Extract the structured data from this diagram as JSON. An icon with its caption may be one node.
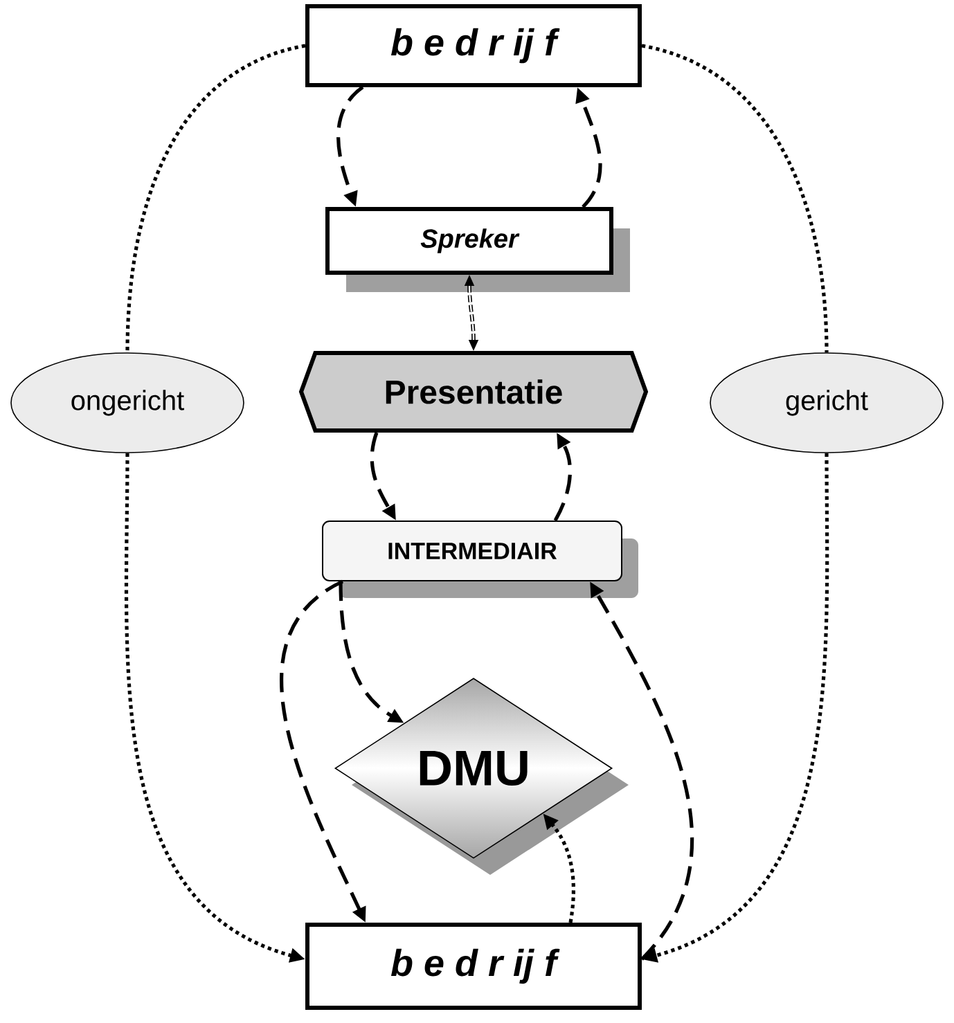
{
  "diagram": {
    "nodes": [
      {
        "text": [
          "b e d r ij f"
        ]
      },
      {
        "text": [
          "Spreker"
        ]
      },
      {
        "text": [
          "Presentatie"
        ]
      },
      {
        "text": [
          "INTERMEDIAIR"
        ]
      },
      {
        "text": [
          "DMU"
        ]
      },
      {
        "text": [
          "b e d r ij f"
        ]
      },
      {
        "text": [
          "ongericht"
        ]
      },
      {
        "text": [
          "gericht"
        ]
      }
    ],
    "edges": [
      {
        "from": 0,
        "to": 1,
        "arrow": "to",
        "style": "dashed"
      },
      {
        "from": 1,
        "to": 0,
        "arrow": "to",
        "style": "dashed"
      },
      {
        "from": 1,
        "to": 2,
        "arrow": "both",
        "style": "dashed"
      },
      {
        "from": 2,
        "to": 3,
        "arrow": "to",
        "style": "dashed"
      },
      {
        "from": 3,
        "to": 2,
        "arrow": "to",
        "style": "dashed"
      },
      {
        "from": 3,
        "to": 4,
        "arrow": "to",
        "style": "dashed"
      },
      {
        "from": 3,
        "to": 5,
        "arrow": "to",
        "style": "dashed"
      },
      {
        "from": 5,
        "to": 3,
        "arrow": "to",
        "style": "dashed"
      },
      {
        "from": 5,
        "to": 4,
        "arrow": "to"
      },
      {
        "from": 0,
        "to": 6,
        "arrow": "none"
      },
      {
        "from": 6,
        "to": 5,
        "arrow": "to"
      },
      {
        "from": 0,
        "to": 7,
        "arrow": "none"
      },
      {
        "from": 7,
        "to": 5,
        "arrow": "to"
      }
    ]
  }
}
